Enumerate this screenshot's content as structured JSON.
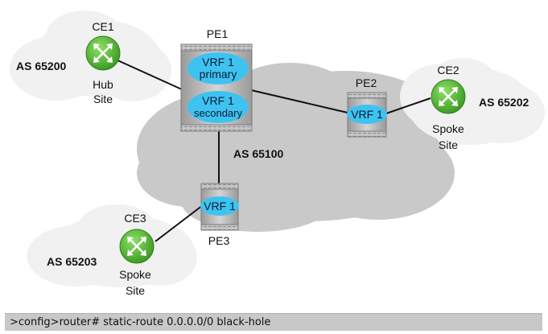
{
  "colors": {
    "cloud_light": "#f0f0f0",
    "cloud_dark": "#c9c9c9",
    "link": "#111111",
    "ce_green": "#4caf2e",
    "vrf_blue": "#3ec3f1",
    "router_gray": "#b7b7b7"
  },
  "icons": {
    "ce_router": "router-arrows-icon",
    "pe_router": "chassis-router-icon"
  },
  "nodes": {
    "ce1": {
      "name": "CE1",
      "site_line1": "Hub",
      "site_line2": "Site"
    },
    "ce2": {
      "name": "CE2",
      "site_line1": "Spoke",
      "site_line2": "Site"
    },
    "ce3": {
      "name": "CE3",
      "site_line1": "Spoke",
      "site_line2": "Site"
    },
    "pe1": {
      "name": "PE1",
      "vrf_a_line1": "VRF 1",
      "vrf_a_line2": "primary",
      "vrf_b_line1": "VRF 1",
      "vrf_b_line2": "secondary"
    },
    "pe2": {
      "name": "PE2",
      "vrf": "VRF 1"
    },
    "pe3": {
      "name": "PE3",
      "vrf": "VRF 1"
    }
  },
  "as_labels": {
    "core": "AS 65100",
    "ce1": "AS 65200",
    "ce2": "AS 65202",
    "ce3": "AS 65203"
  },
  "command": ">config>router# static-route 0.0.0.0/0 black-hole"
}
